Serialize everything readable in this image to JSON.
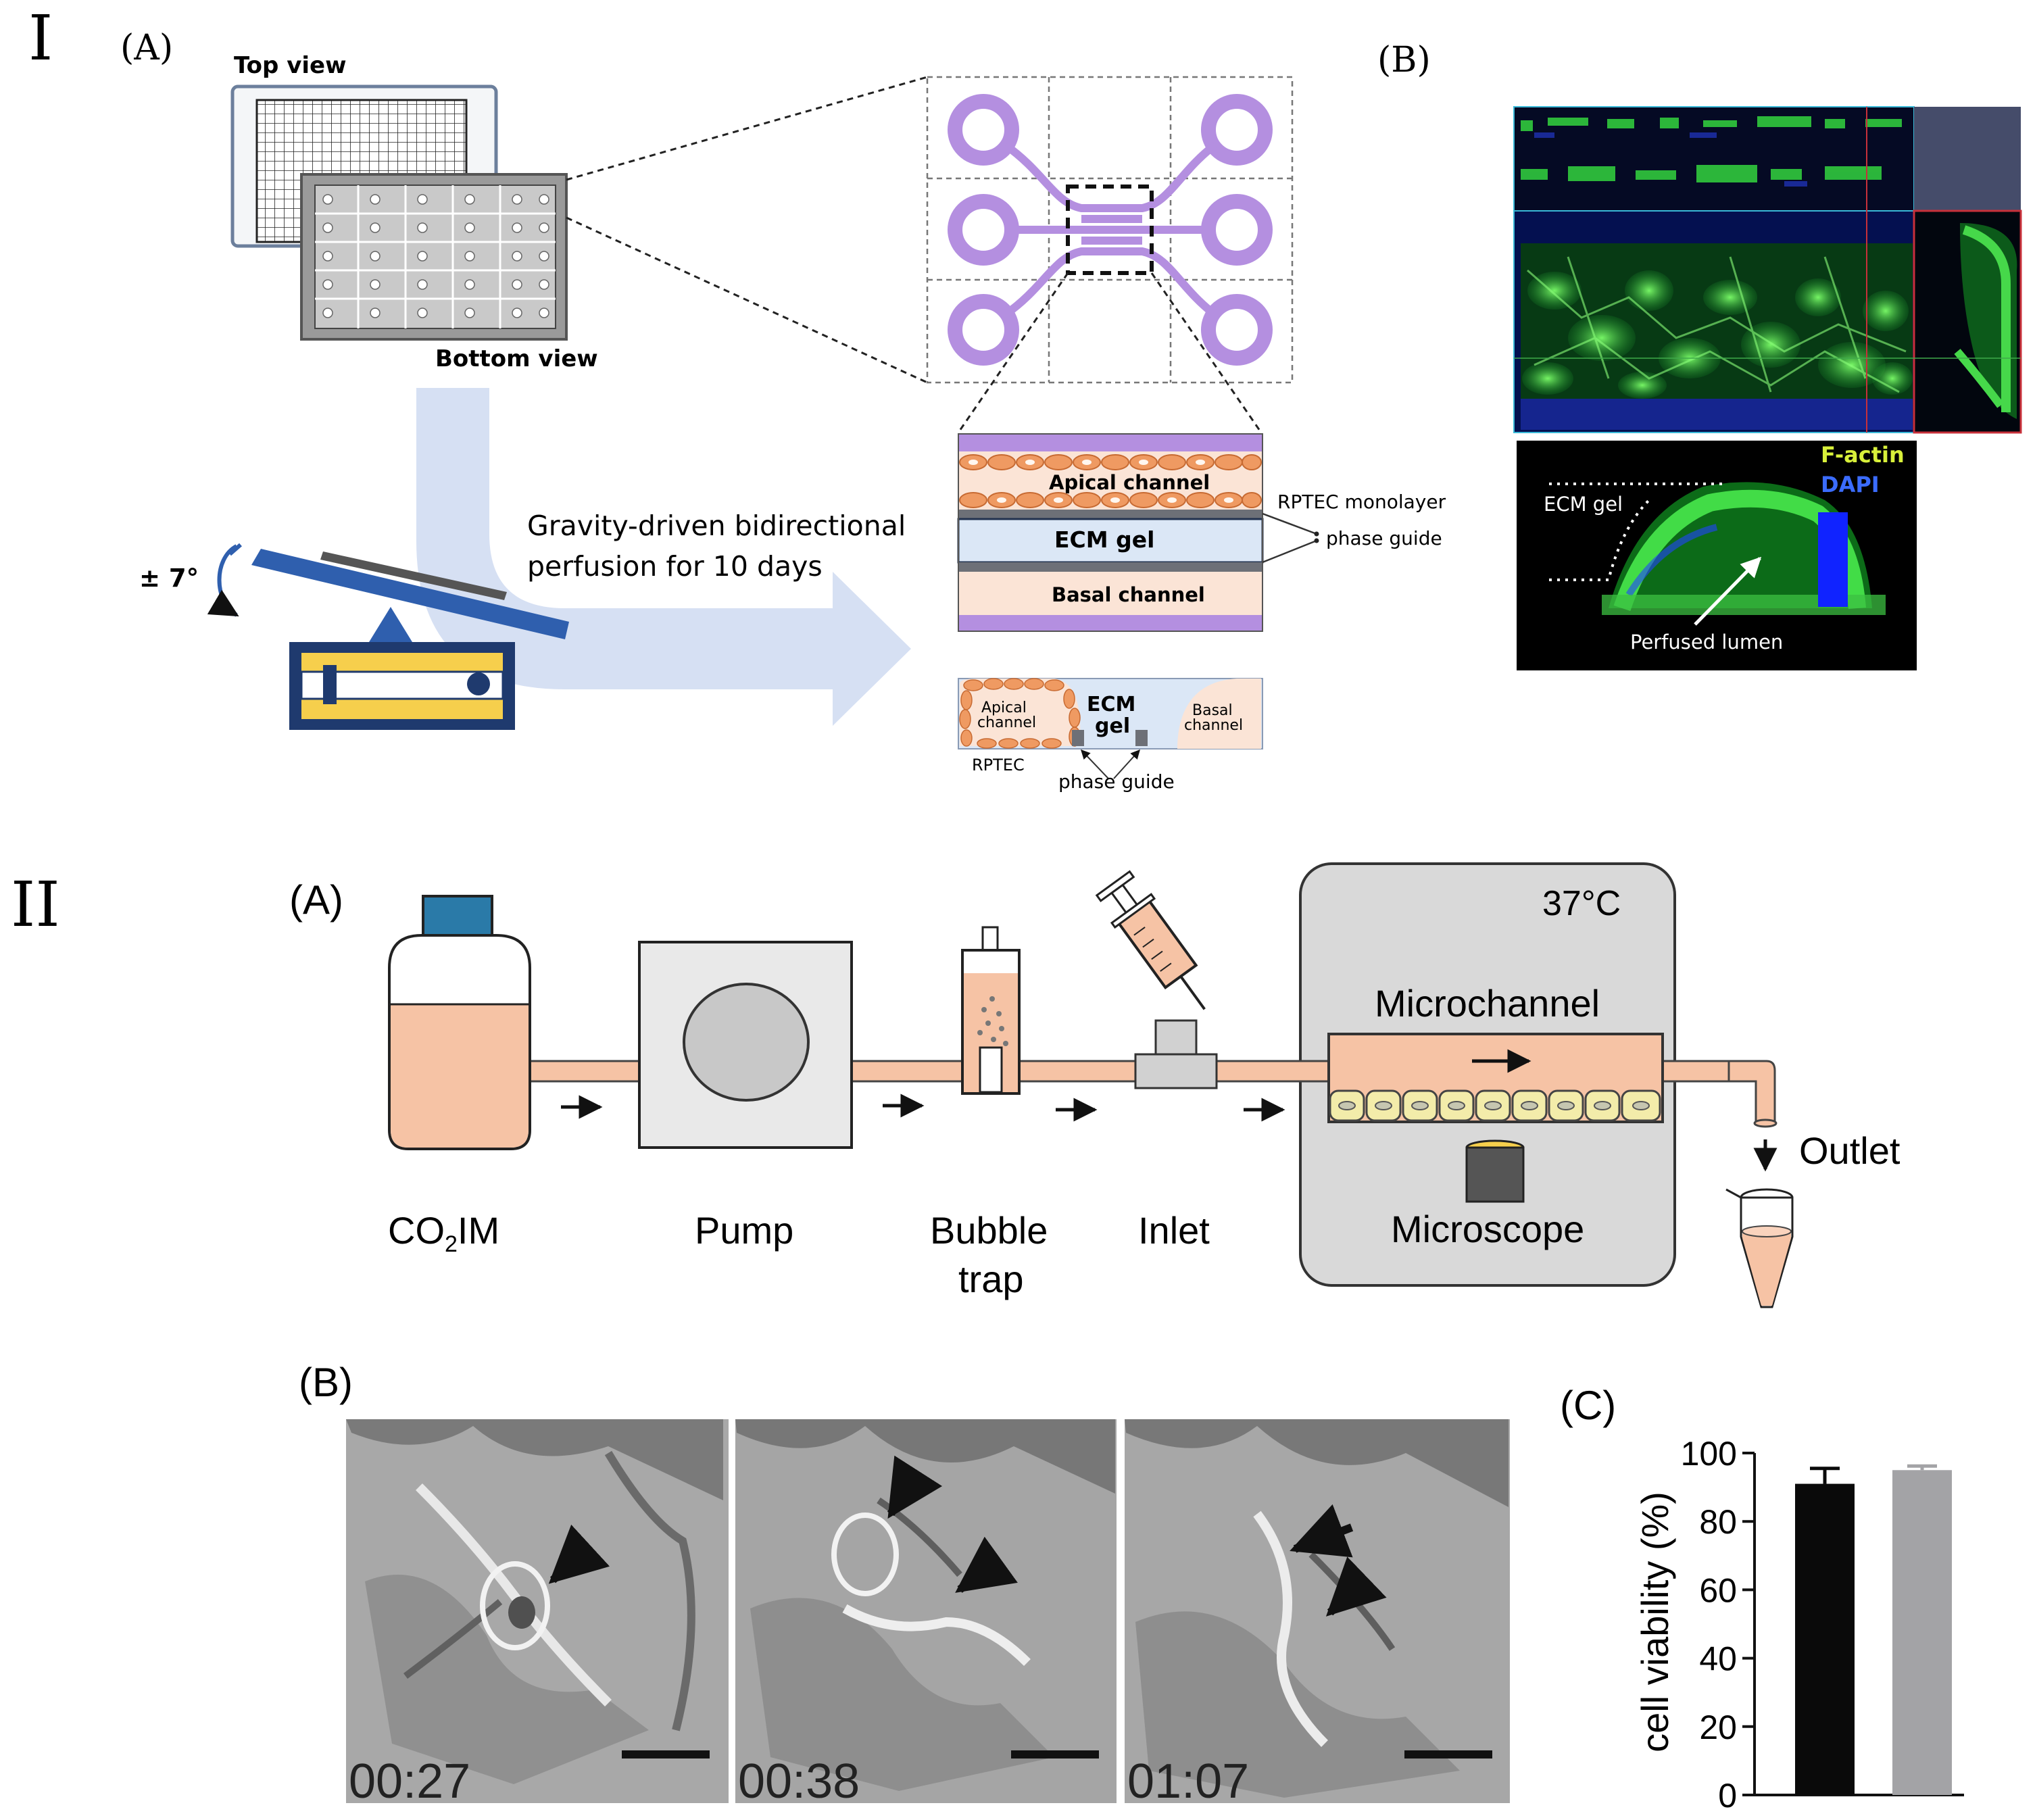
{
  "colors": {
    "lilac": "#b48fe0",
    "lilac_light": "#cdb6ee",
    "blue_dark": "#1f3a6e",
    "blue_tilt": "#2f5fae",
    "yellow": "#f6cf4c",
    "peach": "#f6c3a5",
    "peach_light": "#fbe4d6",
    "gel": "#dbe7f6",
    "arrow_pale": "#d6e0f3",
    "cell_orange": "#ef9a62",
    "cell_yellow": "#f3ecaa",
    "teal_cap": "#2a7aa8",
    "gray_box": "#d9d9d9",
    "fluor_green": "#39d14a",
    "fluor_blue": "#1c2fa8"
  },
  "panel_I": {
    "roman": "I",
    "label_A": "(A)",
    "label_B": "(B)",
    "top_view": "Top view",
    "bottom_view": "Bottom view",
    "tilt_angle": "± 7°",
    "perfusion_line1": "Gravity-driven bidirectional",
    "perfusion_line2": "perfusion for 10 days",
    "apical_channel": "Apical channel",
    "ecm_gel": "ECM gel",
    "basal_channel": "Basal channel",
    "rptec_monolayer": "RPTEC monolayer",
    "phase_guide": "phase guide",
    "cs_apical_1": "Apical",
    "cs_apical_2": "channel",
    "cs_ecm_1": "ECM",
    "cs_ecm_2": "gel",
    "cs_basal_1": "Basal",
    "cs_basal_2": "channel",
    "cs_rptec": "RPTEC",
    "cs_phase_guide": "phase guide",
    "fl_ecm_gel": "ECM gel",
    "fl_factin": "F-actin",
    "fl_dapi": "DAPI",
    "fl_lumen": "Perfused lumen"
  },
  "panel_II": {
    "roman": "II",
    "label_A": "(A)",
    "label_B": "(B)",
    "label_C": "(C)",
    "temperature": "37°C",
    "microchannel": "Microchannel",
    "microscope": "Microscope",
    "outlet": "Outlet",
    "co2im_pre": "CO",
    "co2im_sub": "2",
    "co2im_post": "IM",
    "pump": "Pump",
    "bubble_1": "Bubble",
    "bubble_2": "trap",
    "inlet": "Inlet",
    "timestamps": [
      "00:27",
      "00:38",
      "01:07"
    ]
  },
  "chart_data": {
    "type": "bar",
    "categories": [
      "",
      ""
    ],
    "values": [
      91,
      95
    ],
    "errors": [
      4.5,
      1.2
    ],
    "bar_colors": [
      "#0a0a0a",
      "#a3a3a6"
    ],
    "ylabel": "cell viability (%)",
    "ylim": [
      0,
      100
    ],
    "yticks": [
      "0",
      "20",
      "40",
      "60",
      "80",
      "100"
    ],
    "grid": false
  }
}
